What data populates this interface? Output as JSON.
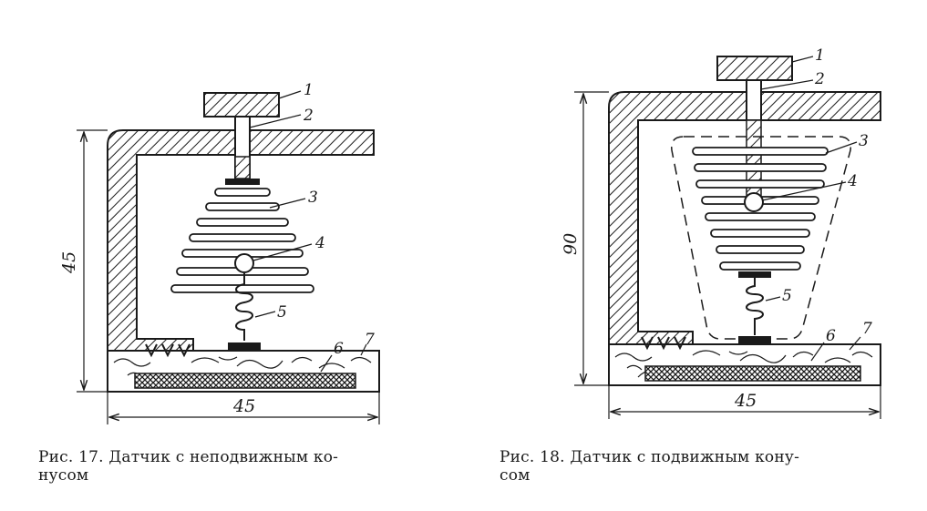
{
  "fig17": {
    "caption_line1": "Рис. 17. Датчик с неподвижным ко-",
    "caption_line2": "нусом",
    "dim_height": "45",
    "dim_width": "45",
    "labels": [
      "1",
      "2",
      "3",
      "4",
      "5",
      "6",
      "7"
    ]
  },
  "fig18": {
    "caption_line1": "Рис. 18. Датчик с подвижным кону-",
    "caption_line2": "сом",
    "dim_height": "90",
    "dim_width": "45",
    "labels": [
      "1",
      "2",
      "3",
      "4",
      "5",
      "6",
      "7"
    ]
  }
}
